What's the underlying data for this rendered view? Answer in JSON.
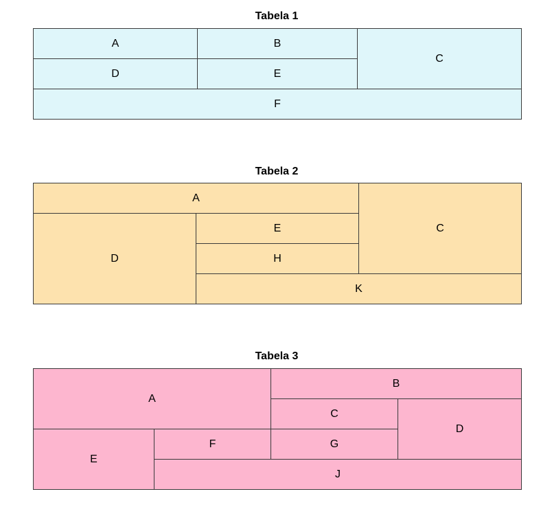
{
  "colors": {
    "table1_fill": "#dff6fa",
    "table2_fill": "#fde2ae",
    "table3_fill": "#fdb6cf",
    "border": "#3a3a3a"
  },
  "table1": {
    "title": "Tabela 1",
    "cells": {
      "a": "A",
      "b": "B",
      "c": "C",
      "d": "D",
      "e": "E",
      "f": "F"
    }
  },
  "table2": {
    "title": "Tabela 2",
    "cells": {
      "a": "A",
      "c": "C",
      "d": "D",
      "e": "E",
      "h": "H",
      "k": "K"
    }
  },
  "table3": {
    "title": "Tabela 3",
    "cells": {
      "a": "A",
      "b": "B",
      "c": "C",
      "d": "D",
      "e": "E",
      "f": "F",
      "g": "G",
      "j": "J"
    }
  }
}
